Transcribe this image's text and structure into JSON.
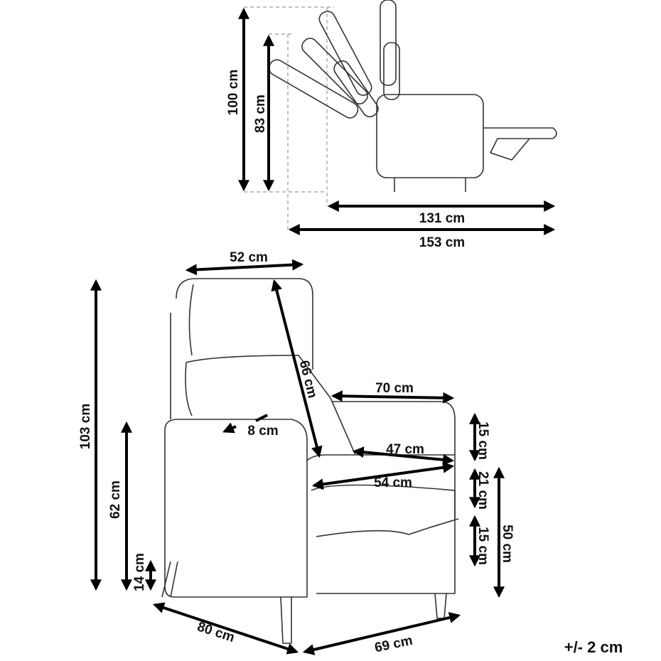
{
  "side_view": {
    "recline_height": "100 cm",
    "upright_height": "83 cm",
    "reclined_depth": "131 cm",
    "full_depth": "153 cm"
  },
  "front_view": {
    "headrest_width": "52 cm",
    "backrest_height": "66 cm",
    "seat_depth_top": "70 cm",
    "armrest_width": "8 cm",
    "seat_width": "47 cm",
    "inner_depth": "54 cm",
    "total_height": "103 cm",
    "arm_height": "62 cm",
    "leg_height": "14 cm",
    "back_cushion_segment": "15 cm",
    "seat_segment": "21 cm",
    "base_segment": "15 cm",
    "seat_height": "50 cm",
    "depth": "80 cm",
    "width": "69 cm"
  },
  "tolerance": "+/- 2 cm"
}
